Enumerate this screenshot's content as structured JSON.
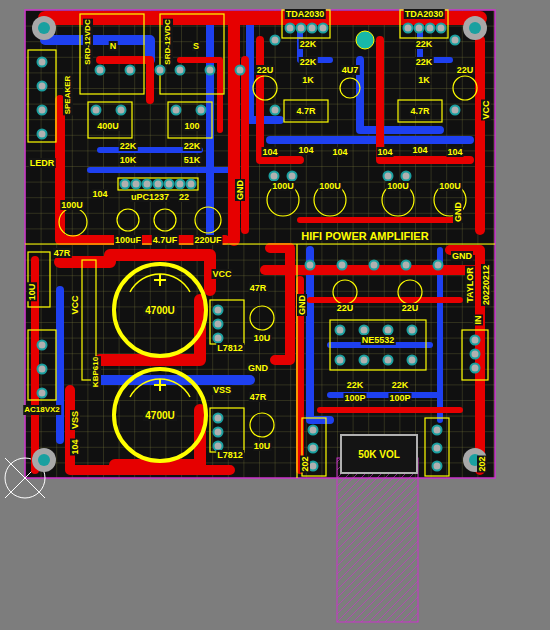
{
  "diagram": {
    "nodes": [
      {
        "text": [
          "4700U"
        ]
      },
      {
        "text": [
          "4700U"
        ]
      },
      {
        "text": [
          "50K VOL"
        ]
      }
    ],
    "labels": [
      "TDA2030",
      "TDA2030",
      "SRD-12VDC",
      "SRD-12VDC",
      "N",
      "S",
      "SPEAKER",
      "400U",
      "100",
      "22K",
      "10K",
      "22K",
      "51K",
      "LEDR",
      "104",
      "uPC1237",
      "22",
      "100U",
      "100uF",
      "4.7UF",
      "220UF",
      "GND",
      "22U",
      "22K",
      "22K",
      "1K",
      "4U7",
      "22K",
      "22K",
      "1K",
      "22U",
      "4.7R",
      "4.7R",
      "104",
      "104",
      "104",
      "104",
      "104",
      "104",
      "100U",
      "100U",
      "100U",
      "100U",
      "GND",
      "VCC",
      "HIFI POWER AMPLIFIER",
      "TAYLOR",
      "20220212",
      "GND",
      "GND",
      "22U",
      "22U",
      "NE5532",
      "IN",
      "22K",
      "22K",
      "100P",
      "100P",
      "202",
      "202",
      "47R",
      "VCC",
      "104",
      "VSS",
      "AC18VX2",
      "KBP610",
      "10U",
      "VCC",
      "47R",
      "10U",
      "L7812",
      "GND",
      "VSS",
      "47R",
      "10U",
      "L7812"
    ]
  }
}
